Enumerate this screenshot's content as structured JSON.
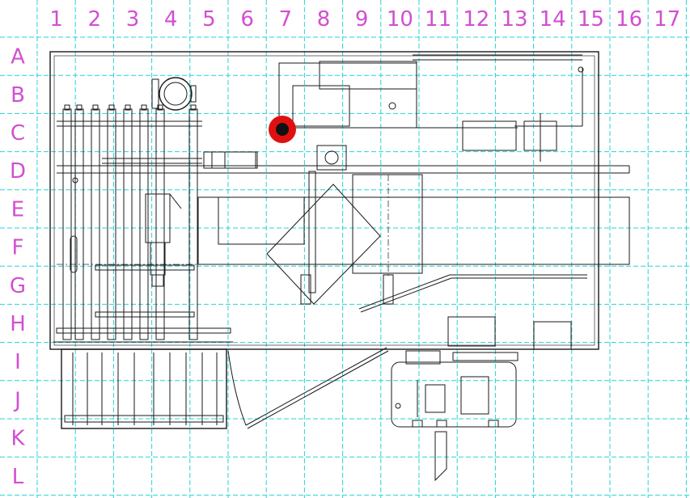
{
  "grid": {
    "columns": [
      "1",
      "2",
      "3",
      "4",
      "5",
      "6",
      "7",
      "8",
      "9",
      "10",
      "11",
      "12",
      "13",
      "14",
      "15",
      "16",
      "17"
    ],
    "rows": [
      "A",
      "B",
      "C",
      "D",
      "E",
      "F",
      "G",
      "H",
      "I",
      "J",
      "K",
      "L"
    ]
  },
  "colors": {
    "grid": "#27d3d6",
    "labels": "#d14fd1",
    "ink": "#1a1a1a",
    "marker_outer": "#e01010",
    "marker_inner": "#111111"
  },
  "marker": {
    "column": "7",
    "row": "C"
  }
}
